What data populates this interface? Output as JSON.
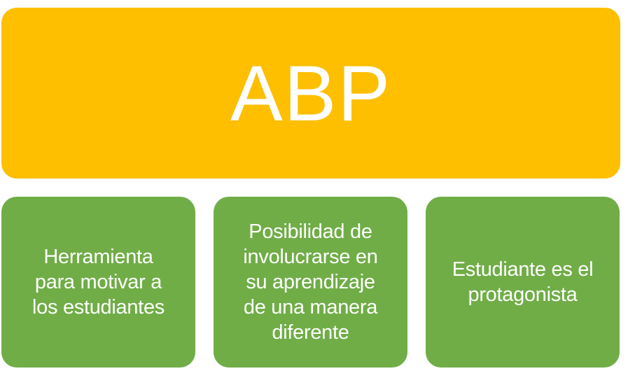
{
  "diagram": {
    "type": "hierarchy",
    "colors": {
      "parent_fill": "#FDBF00",
      "child_fill": "#70AD47",
      "text": "#FFFFFF",
      "background": "#FFFFFF"
    },
    "root": {
      "label": "ABP"
    },
    "children": [
      {
        "label": "Herramienta\npara motivar a\nlos estudiantes"
      },
      {
        "label": "Posibilidad de\ninvolucrarse en\nsu aprendizaje\nde una manera\ndiferente"
      },
      {
        "label": "Estudiante es el\nprotagonista"
      }
    ]
  }
}
